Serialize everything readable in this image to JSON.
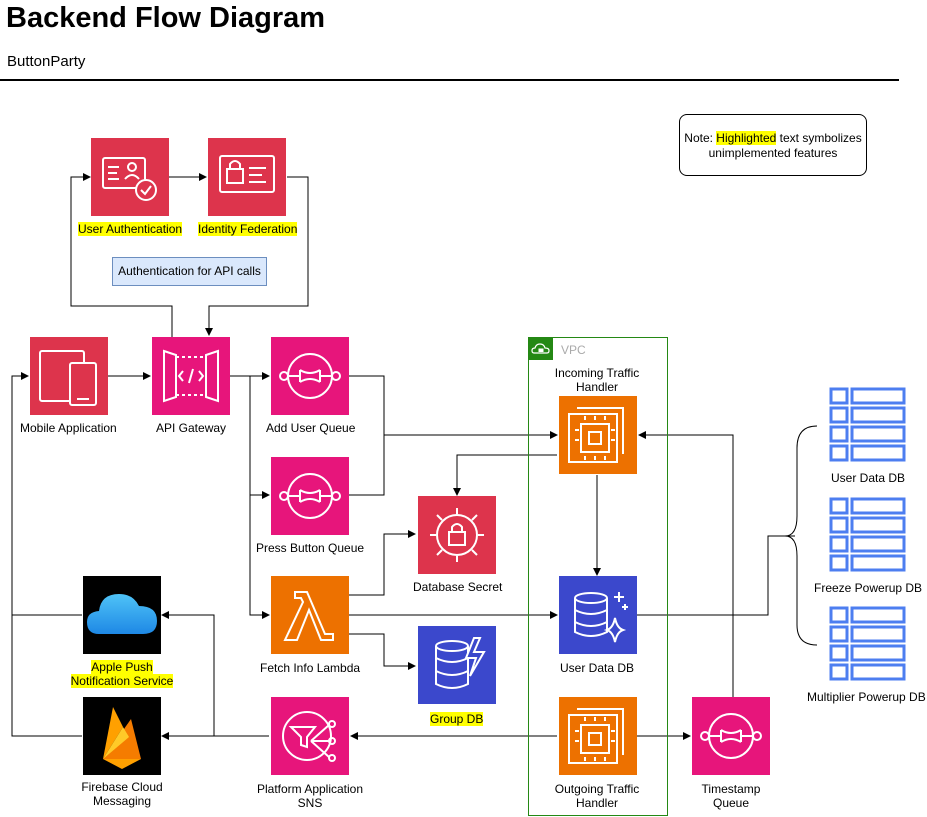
{
  "title": "Backend Flow Diagram",
  "subtitle": "ButtonParty",
  "note": {
    "prefix": "Note: ",
    "highlight": "Highlighted",
    "rest1": " text symbolizes",
    "rest2": "unimplemented features"
  },
  "auth_caption": "Authentication for API calls",
  "vpc_label": "VPC",
  "nodes": {
    "user_auth": "User Authentication",
    "identity_fed": "Identity Federation",
    "mobile_app": "Mobile Application",
    "api_gateway": "API Gateway",
    "add_user_queue": "Add User Queue",
    "press_button_queue": "Press Button Queue",
    "fetch_info_lambda": "Fetch Info Lambda",
    "database_secret": "Database Secret",
    "group_db": "Group DB",
    "incoming_l1": "Incoming Traffic",
    "incoming_l2": "Handler",
    "user_data_db": "User Data DB",
    "outgoing_l1": "Outgoing Traffic",
    "outgoing_l2": "Handler",
    "timestamp_l1": "Timestamp",
    "timestamp_l2": "Queue",
    "sns_l1": "Platform Application",
    "sns_l2": "SNS",
    "apns_l1": "Apple Push",
    "apns_l2": "Notification Service",
    "fcm_l1": "Firebase Cloud",
    "fcm_l2": "Messaging",
    "table_user": "User Data DB",
    "table_freeze": "Freeze Powerup DB",
    "table_multiplier": "Multiplier Powerup DB"
  },
  "colors": {
    "security_red": "#dd344c",
    "app_integration_pink": "#e7157b",
    "compute_orange": "#ed7100",
    "database_blue": "#3b48cc",
    "table_blue": "#4d7ef0",
    "vpc_green": "#248814"
  }
}
